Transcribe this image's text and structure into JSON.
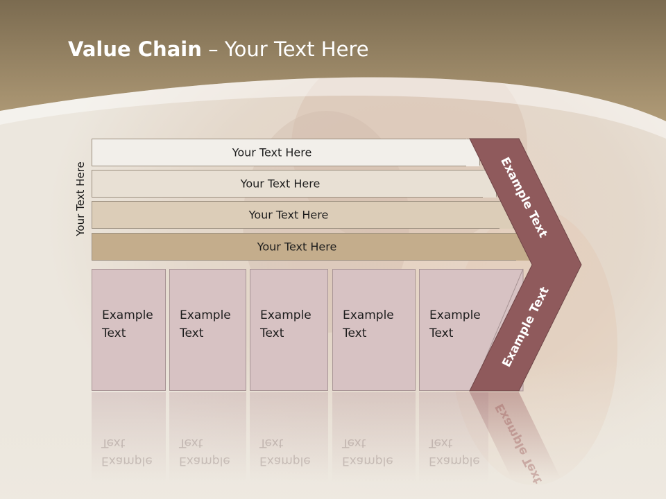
{
  "title": {
    "bold": "Value Chain",
    "rest": " – Your Text Here"
  },
  "side_label": "Your Text Here",
  "bars": [
    {
      "label": "Your Text Here",
      "color": "#f2efea"
    },
    {
      "label": "Your Text Here",
      "color": "#e8e0d4"
    },
    {
      "label": "Your Text Here",
      "color": "#dccdb8"
    },
    {
      "label": "Your Text Here",
      "color": "#c4ad8c"
    }
  ],
  "columns": [
    {
      "line1": "Example",
      "line2": "Text"
    },
    {
      "line1": "Example",
      "line2": "Text"
    },
    {
      "line1": "Example",
      "line2": "Text"
    },
    {
      "line1": "Example",
      "line2": "Text"
    },
    {
      "line1": "Example",
      "line2": "Text"
    }
  ],
  "chevron_labels": {
    "upper": "Example Text",
    "lower": "Example Text"
  },
  "colors": {
    "header": "#a89270",
    "chevron": "#8f5a5c",
    "column": "#d7c2c3"
  }
}
